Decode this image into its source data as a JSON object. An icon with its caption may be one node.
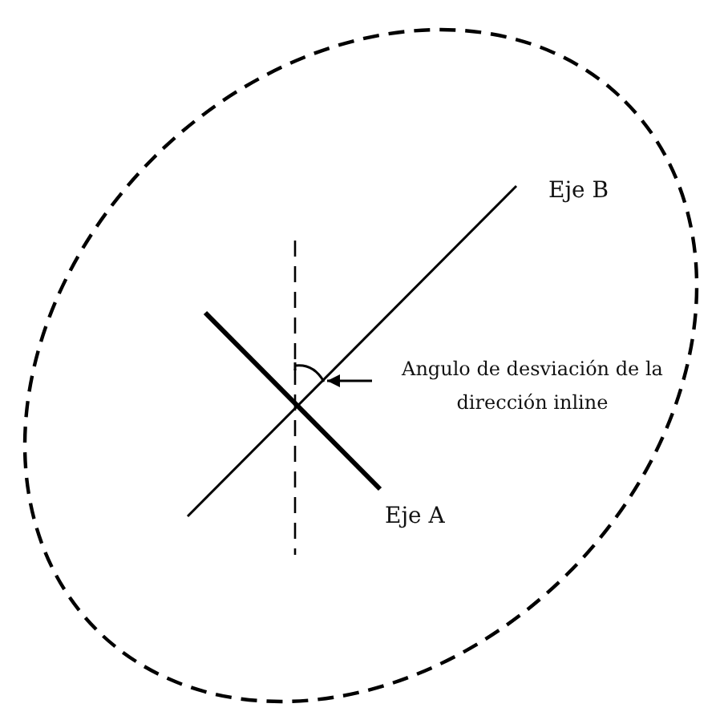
{
  "diagram": {
    "nodes": [
      {
        "text": [
          "Angulo de desviación de la dirección inline"
        ]
      },
      {
        "text": [],
        "shape": "arc"
      }
    ],
    "edges": [
      {
        "from": 0,
        "to": 1,
        "arrow": "to"
      }
    ],
    "labels": [
      "Eje B",
      "Eje A"
    ]
  }
}
